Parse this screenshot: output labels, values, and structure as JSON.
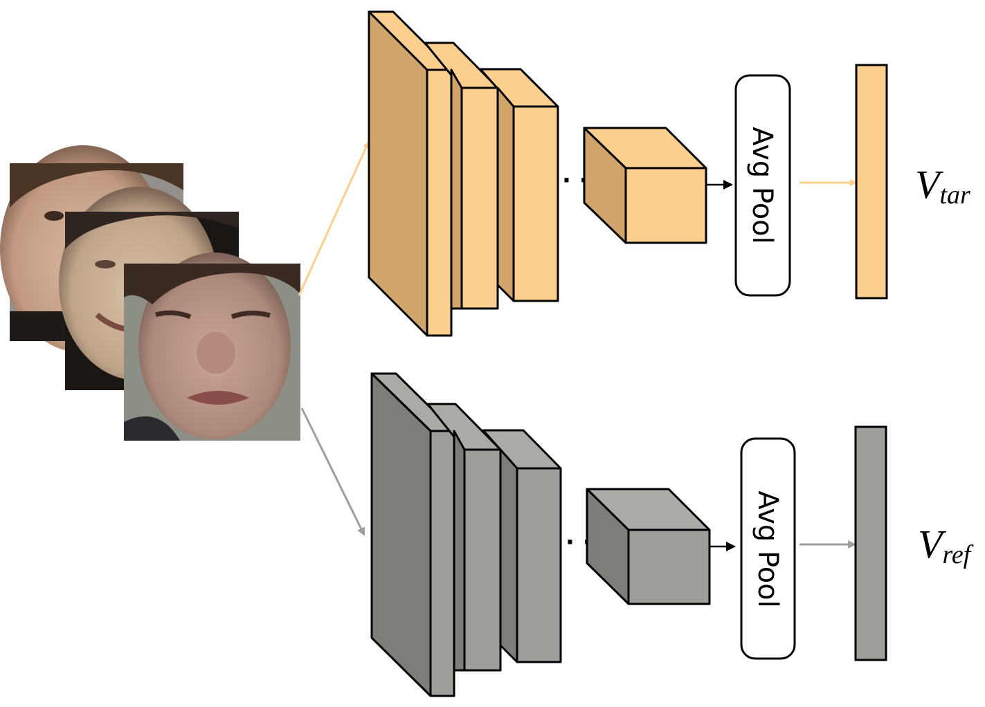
{
  "colors": {
    "target_front": "#fdcf8e",
    "target_side": "#d1a46c",
    "target_top": "#fdcf8e",
    "reference_front": "#a09e9b",
    "reference_side": "#7f7d7a",
    "reference_top": "#acaaa7",
    "stroke": "#000000",
    "target_arrow": "#fdcf8e",
    "reference_arrow": "#a09e9b",
    "black_arrow": "#000000"
  },
  "input": {
    "description_icon": "face-image-stack-icon"
  },
  "target_branch": {
    "pool_label": "Avg Pool",
    "ellipsis": "· · ·",
    "vector_symbol": "V",
    "vector_subscript": "tar"
  },
  "reference_branch": {
    "pool_label": "Avg Pool",
    "ellipsis": "· · ·",
    "vector_symbol": "V",
    "vector_subscript": "ref"
  }
}
